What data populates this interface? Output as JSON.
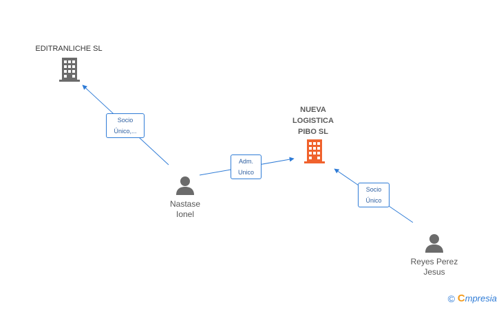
{
  "nodes": {
    "editranliche": {
      "label": "EDITRANLICHE SL",
      "icon": "building-icon",
      "color": "#6b6b6b"
    },
    "nueva": {
      "label_line1": "NUEVA",
      "label_line2": "LOGISTICA",
      "label_line3": "PIBO SL",
      "icon": "building-icon",
      "color": "#f0622d"
    },
    "nastase": {
      "label_line1": "Nastase",
      "label_line2": "Ionel",
      "icon": "person-icon",
      "color": "#6b6b6b"
    },
    "reyes": {
      "label_line1": "Reyes Perez",
      "label_line2": "Jesus",
      "icon": "person-icon",
      "color": "#6b6b6b"
    }
  },
  "edges": {
    "socio_unico_editran": {
      "line1": "Socio",
      "line2": "Único,..."
    },
    "adm_unico": {
      "line1": "Adm.",
      "line2": "Unico"
    },
    "socio_unico_nueva": {
      "line1": "Socio",
      "line2": "Único"
    }
  },
  "colors": {
    "edge": "#2e7bd6",
    "brand": "#2e7bd6",
    "brand_accent": "#f29a1a"
  },
  "brand": {
    "copyright": "©",
    "e": "C",
    "name": "mpresia"
  }
}
